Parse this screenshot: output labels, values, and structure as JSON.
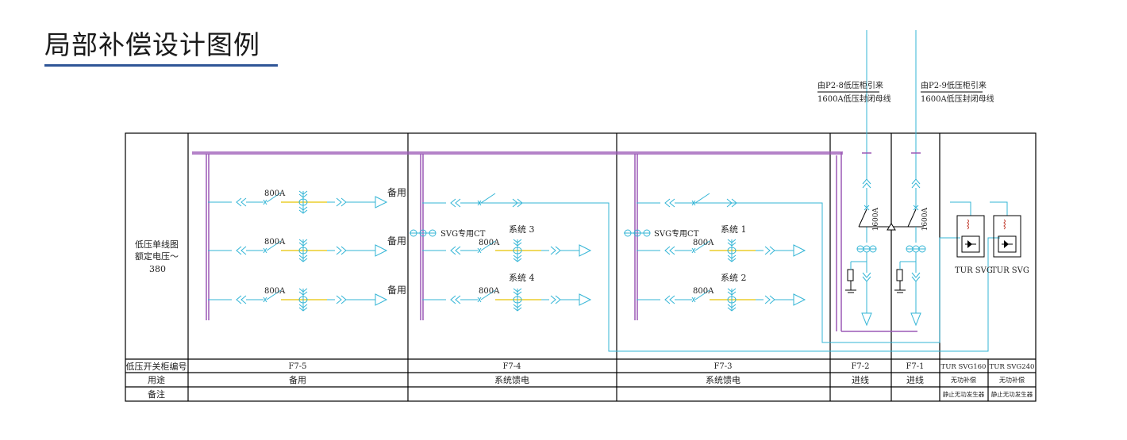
{
  "title": "局部补偿设计图例",
  "sources": [
    {
      "line1": "由P2-8低压柜引来",
      "line2": "1600A低压封闭母线"
    },
    {
      "line1": "由P2-9低压柜引来",
      "line2": "1600A低压封闭母线"
    }
  ],
  "side_label": {
    "l1": "低压单线图",
    "l2": "额定电压～",
    "l3": "380"
  },
  "row_headers": {
    "number": "低压开关柜编号",
    "usage": "用途",
    "note": "备注"
  },
  "cabinets": [
    {
      "id": "F7-5",
      "usage": "备用",
      "note": ""
    },
    {
      "id": "F7-4",
      "usage": "系统馈电",
      "note": ""
    },
    {
      "id": "F7-3",
      "usage": "系统馈电",
      "note": ""
    },
    {
      "id": "F7-2",
      "usage": "进线",
      "note": ""
    },
    {
      "id": "F7-1",
      "usage": "进线",
      "note": ""
    },
    {
      "id": "TUR SVG160",
      "usage": "无功补偿",
      "note": "静止无功发生器"
    },
    {
      "id": "TUR SVG240",
      "usage": "无功补偿",
      "note": "静止无功发生器"
    }
  ],
  "feeder_labels": {
    "rating": "800A",
    "spare": "备用",
    "svg_ct": "SVG专用CT",
    "sys1": "系统 1",
    "sys2": "系统 2",
    "sys3": "系统 3",
    "sys4": "系统 4"
  },
  "incomer_rating": "1600A",
  "svg_label": "TUR SVG",
  "colors": {
    "busbar": "#9b59b6",
    "wire": "#33b5d6",
    "breaker": "#e8c400",
    "frame": "#000000",
    "accent": "#2f5597"
  }
}
